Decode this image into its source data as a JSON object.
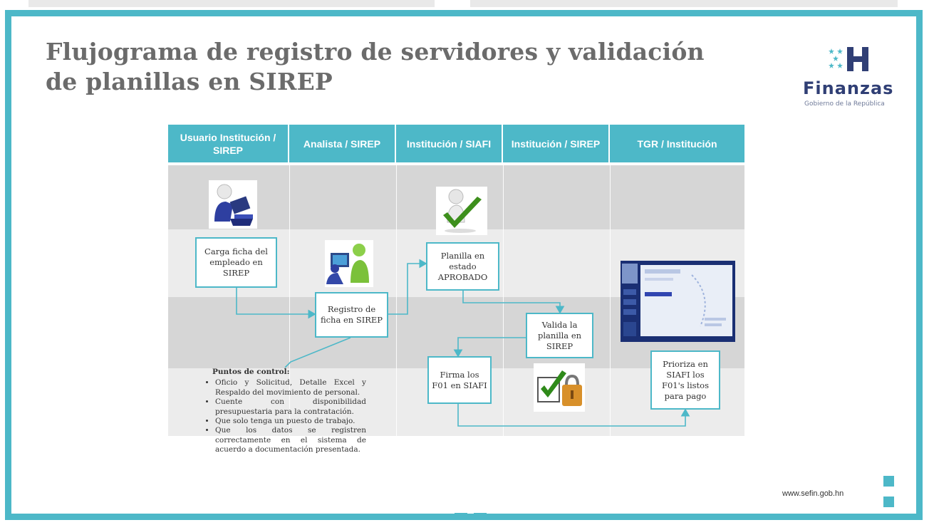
{
  "slide": {
    "title_line1": "Flujograma de registro de servidores y validación",
    "title_line2": "de planillas en SIREP",
    "url": "www.sefin.gob.hn"
  },
  "logo": {
    "name": "Finanzas",
    "subtitle": "Gobierno de la República",
    "mark_icon": "honduras-h-icon"
  },
  "columns": [
    {
      "label": "Usuario Institución / SIREP"
    },
    {
      "label": "Analista / SIREP"
    },
    {
      "label": "Institución / SIAFI"
    },
    {
      "label": "Institución / SIREP"
    },
    {
      "label": "TGR / Institución"
    }
  ],
  "steps": [
    {
      "text": "Carga ficha del empleado en SIREP"
    },
    {
      "text": "Registro de ficha en SIREP"
    },
    {
      "text": "Planilla en estado APROBADO"
    },
    {
      "text": "Valida la planilla en SIREP"
    },
    {
      "text": "Firma los F01 en SIAFI"
    },
    {
      "text": "Prioriza en SIAFI los F01's listos para pago"
    }
  ],
  "icons": {
    "user_computer": "user-at-computer-icon",
    "analyst_computer": "analyst-at-computer-icon",
    "approval_check": "approval-check-icon",
    "lock_check": "lock-check-icon",
    "screen": "siafi-screen-icon"
  },
  "notes": {
    "title": "Puntos de control:",
    "items": [
      "Oficio y Solicitud, Detalle Excel y Respaldo del movimiento de personal.",
      "Cuente con disponibilidad presupuestaria para la contratación.",
      "Que solo tenga un puesto de trabajo.",
      "Que los datos se registren correctamente en el sistema de acuerdo a documentación presentada."
    ]
  },
  "colors": {
    "accent": "#4db8c8",
    "band_dark": "#d6d6d6",
    "band_light": "#ececec",
    "title": "#6b6b6b",
    "logo": "#303f75"
  }
}
